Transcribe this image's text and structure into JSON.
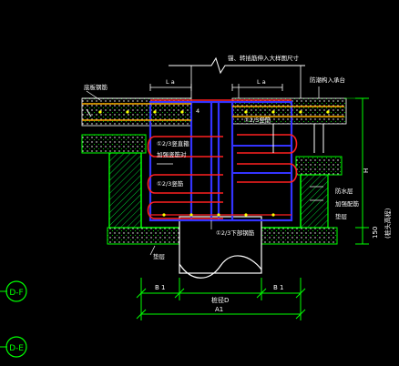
{
  "colors": {
    "background": "#000000",
    "wall": "#00ff00",
    "hatch": "#00cc33",
    "rebar_main": "#3333ff",
    "rebar_red": "#ff2020",
    "rebar_orange": "#ffaa00",
    "rebar_white": "#ffffff",
    "annotation": "#ffffff",
    "dimension": "#00ff00",
    "accent_yellow": "#ffff00"
  },
  "labels": {
    "top_note": "锚、转插筋伸入大样图尺寸",
    "top_right_note": "防潮构入承台",
    "left_slab_note": "底板钢筋",
    "lap_left": "L a",
    "lap_right": "L a",
    "mid_left_note": "①2/3竖直箍",
    "mid_left_note2": "加强竖筋对",
    "mid_left_note3": "①2/3竖筋",
    "mid_right_note": "①2/3竖筋",
    "bottom_center_note": "①2/3下部钢筋",
    "right_note1": "防水层",
    "right_note2": "加强配筋",
    "right_note3": "垫层",
    "bottom_left_note": "垫层",
    "small_mark": "4"
  },
  "dimensions": {
    "height_label": "H",
    "offset_label": "150",
    "right_dim_note": "(桩头高程)",
    "b_left": "B 1",
    "b_right": "B 1",
    "center_label": "桩径D",
    "width_label": "A1"
  },
  "axis_markers": [
    {
      "label": "D-F"
    },
    {
      "label": "D-E"
    }
  ]
}
